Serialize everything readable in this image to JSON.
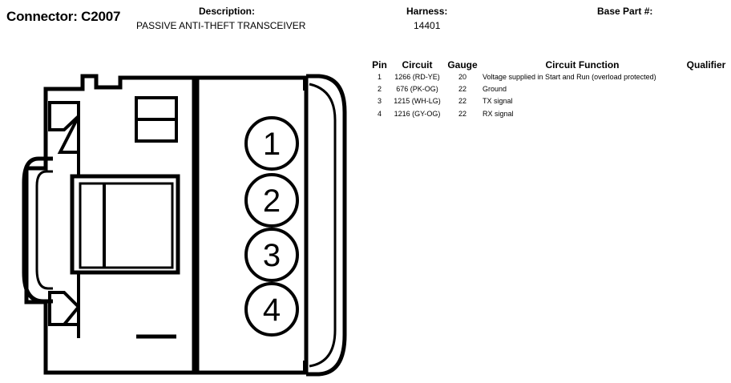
{
  "header": {
    "connector_label": "Connector: C2007",
    "description_label": "Description:",
    "description_value": "PASSIVE ANTI-THEFT TRANSCEIVER",
    "harness_label": "Harness:",
    "harness_value": "14401",
    "base_part_label": "Base Part #:",
    "base_part_value": ""
  },
  "table": {
    "columns": [
      "Pin",
      "Circuit",
      "Gauge",
      "Circuit Function",
      "Qualifier"
    ],
    "rows": [
      {
        "pin": "1",
        "circuit": "1266 (RD-YE)",
        "gauge": "20",
        "function": "Voltage supplied in Start and Run (overload protected)",
        "qualifier": ""
      },
      {
        "pin": "2",
        "circuit": "676 (PK-OG)",
        "gauge": "22",
        "function": "Ground",
        "qualifier": ""
      },
      {
        "pin": "3",
        "circuit": "1215 (WH-LG)",
        "gauge": "22",
        "function": "TX signal",
        "qualifier": ""
      },
      {
        "pin": "4",
        "circuit": "1216 (GY-OG)",
        "gauge": "22",
        "function": "RX signal",
        "qualifier": ""
      }
    ]
  },
  "connector": {
    "pin_labels": [
      "1",
      "2",
      "3",
      "4"
    ]
  }
}
